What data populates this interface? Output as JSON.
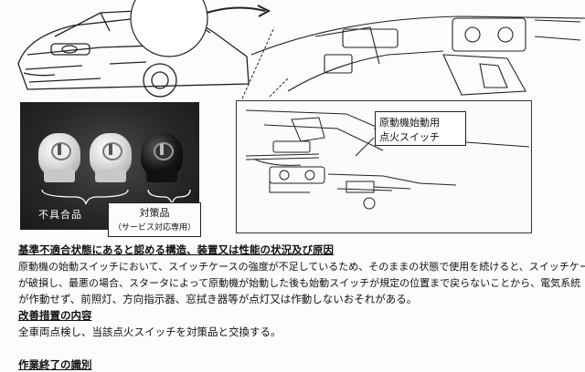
{
  "photo": {
    "label_defective": "不具合品",
    "label_fixed": "対策品",
    "label_fixed_note": "（サービス対応専用）"
  },
  "diagram": {
    "callout_line1": "原動機始動用",
    "callout_line2": "点火スイッチ"
  },
  "text": {
    "heading1": "基準不適合状態にあると認める構造、装置又は性能の状況及び原因",
    "para1_line1": "原動機の始動スイッチにおいて、スイッチケースの強度が不足しているため、そのままの状態で使用を続けると、スイッチケース",
    "para1_line2": "が破損し、最悪の場合、スタータによって原動機が始動した後も始動スイッチが規定の位置まで戻らないことから、電気系統",
    "para1_line3": "が作動せず、前照灯、方向指示器、窓拭き器等が点灯又は作動しないおそれがある。",
    "heading2": "改善措置の内容",
    "para2_line1": "全車両点検し、当該点火スイッチを対策品と交換する。",
    "heading3_partial": "作業終了の識別"
  }
}
